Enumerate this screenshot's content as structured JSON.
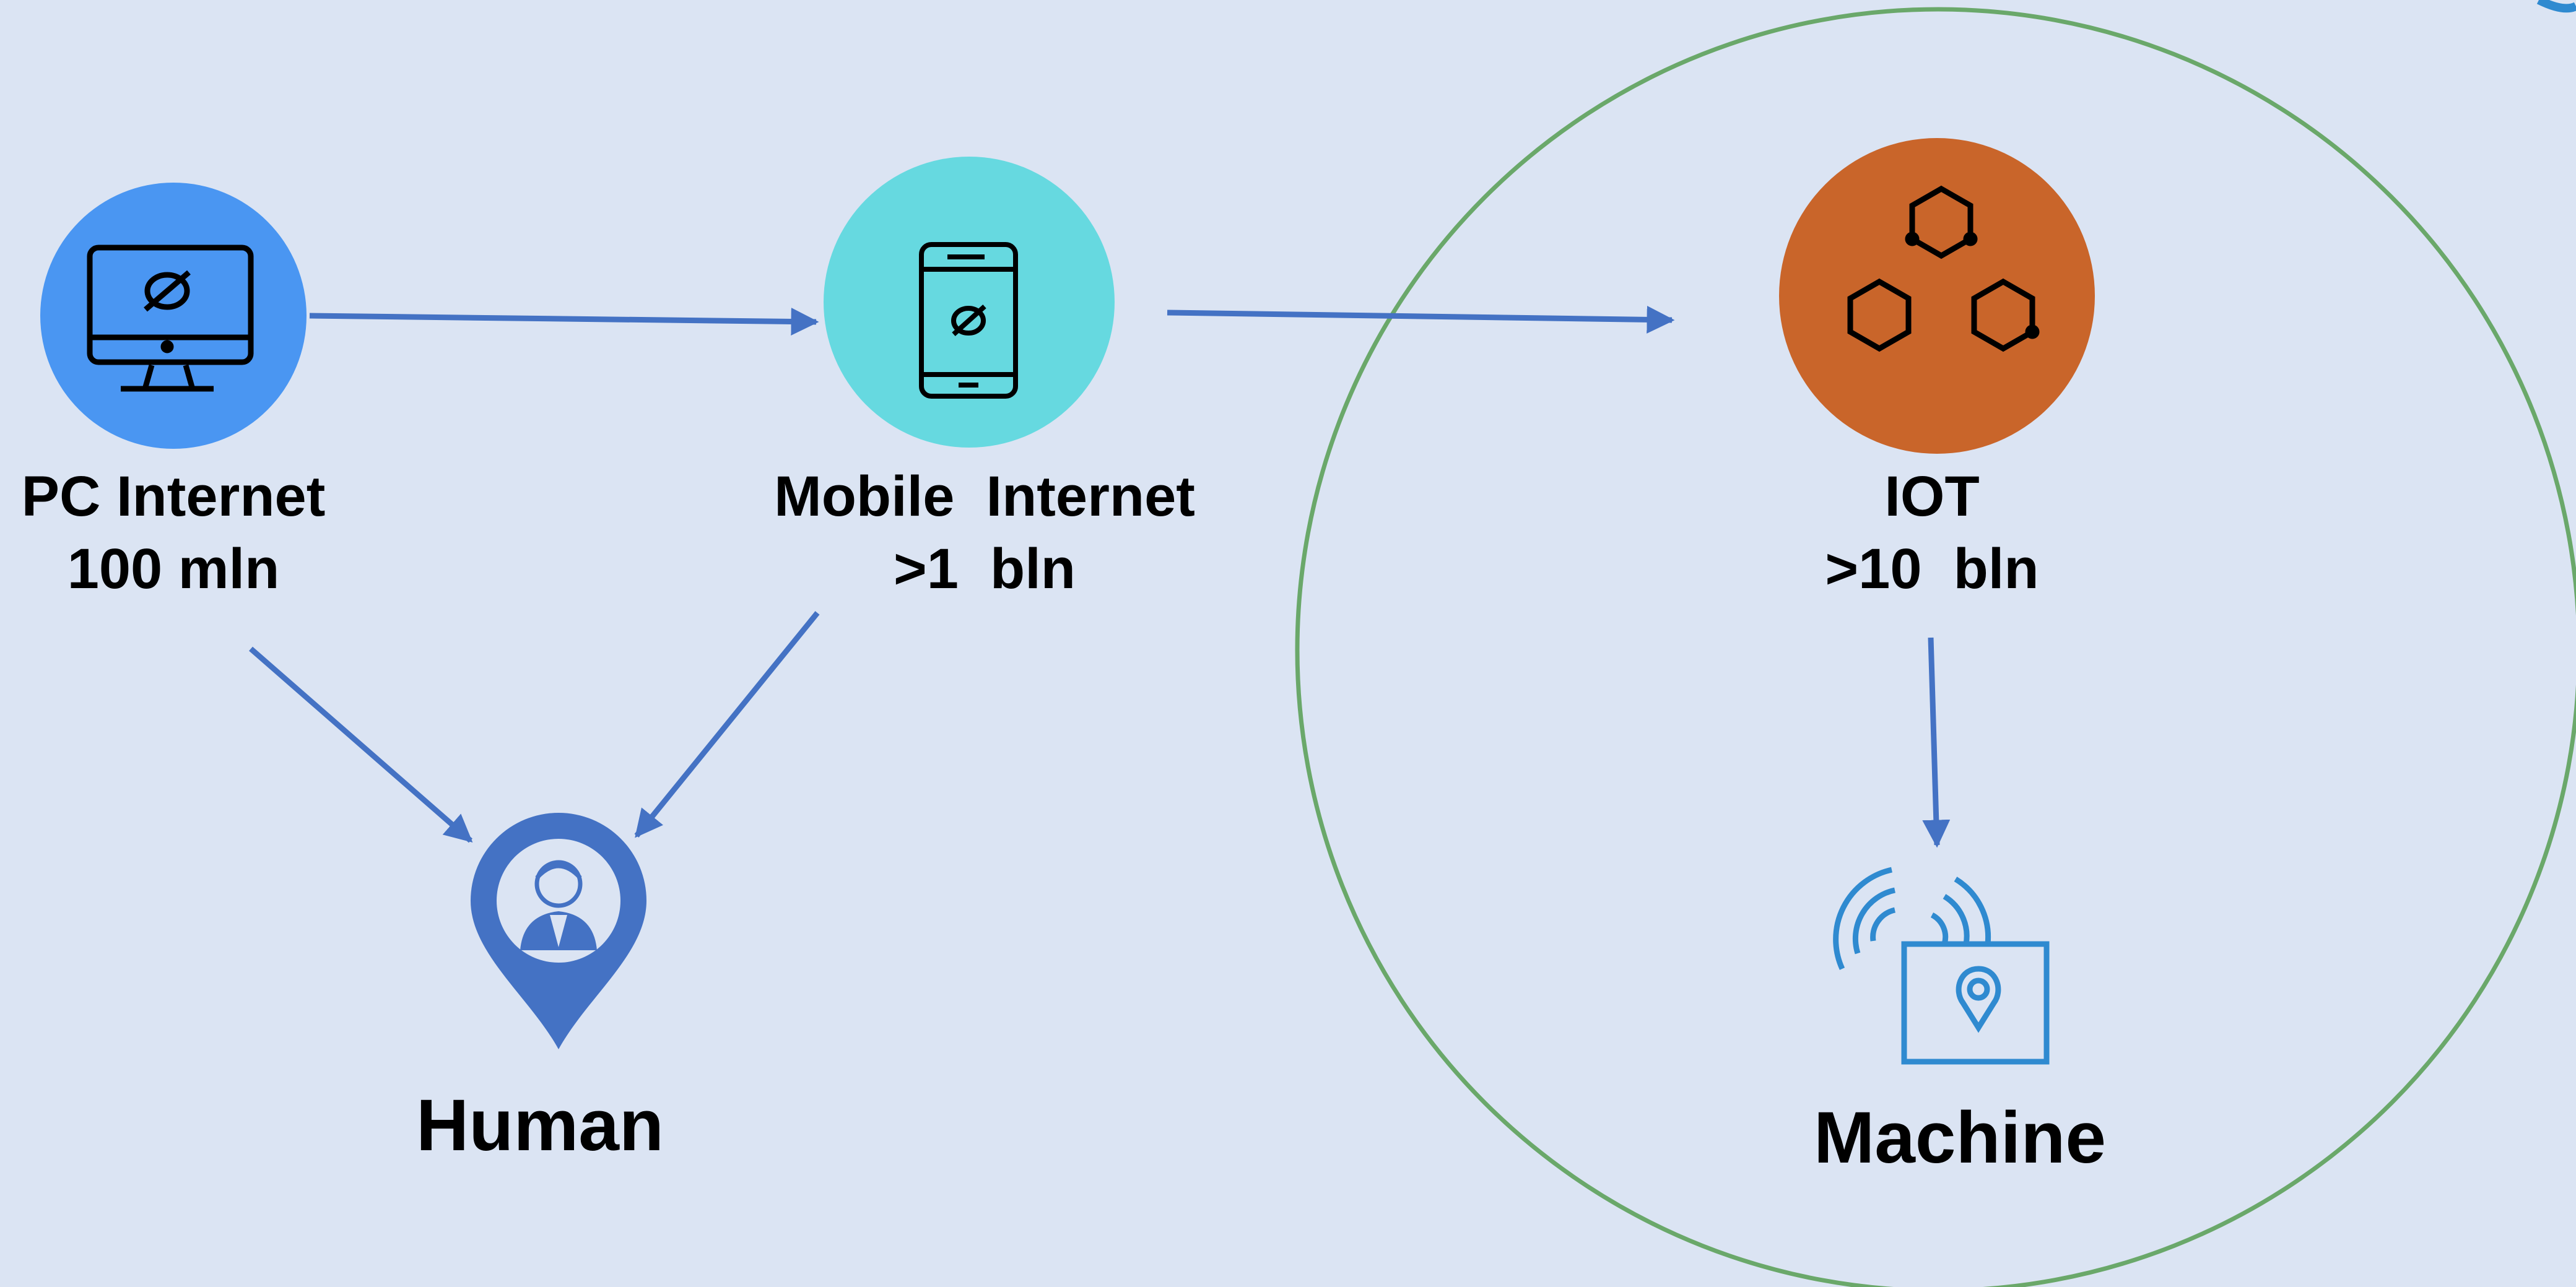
{
  "nodes": {
    "pc": {
      "line1": "PC Internet",
      "line2": "100 mln",
      "color": "#4a96f2",
      "icon": "desktop-monitor-icon"
    },
    "mobile": {
      "line1": "Mobile  Internet",
      "line2": ">1  bln",
      "color": "#66d9e0",
      "icon": "smartphone-icon"
    },
    "iot": {
      "line1": "IOT",
      "line2": ">10  bln",
      "color": "#c9652a",
      "icon": "hexagon-cluster-icon"
    },
    "human": {
      "label": "Human",
      "icon": "person-location-pin-icon"
    },
    "machine": {
      "label": "Machine",
      "icon": "wireless-device-icon"
    }
  },
  "colors": {
    "background": "#dbe4f3",
    "arrow": "#4472c4",
    "iot_boundary": "#6aa86a",
    "human_pin": "#4472c4",
    "machine_icon": "#2f8ad0"
  }
}
